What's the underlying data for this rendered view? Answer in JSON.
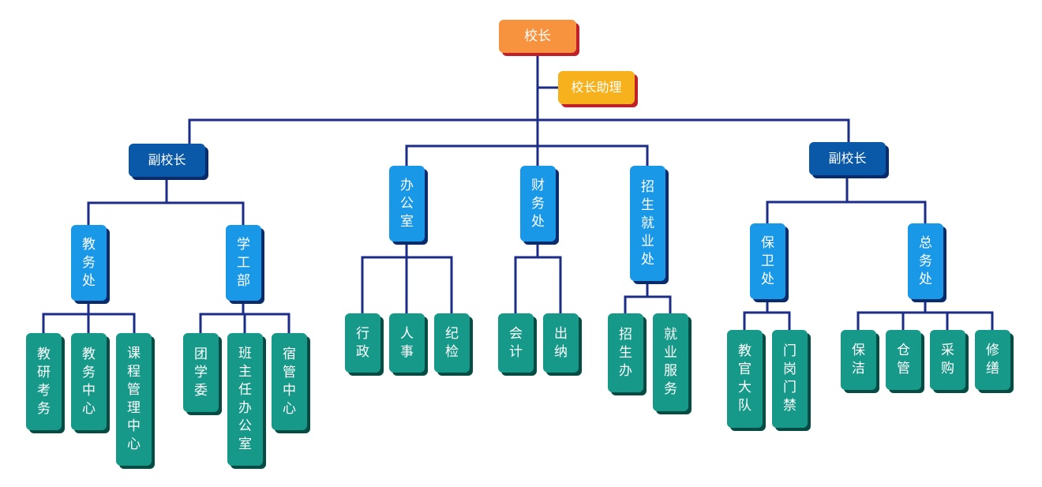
{
  "colors": {
    "connector": "#1b2d86",
    "root": "#f7933e",
    "assistant": "#f7b11c",
    "vice": "#0a58a8",
    "department": "#1a98e8",
    "unit": "#17998a"
  },
  "org": {
    "root": "校长",
    "assistant": "校长助理",
    "vice_left": "副校长",
    "vice_right": "副校长",
    "departments": {
      "jiaowu": "教务处",
      "xuegong": "学工部",
      "bangong": "办公室",
      "caiwu": "财务处",
      "zhaosheng": "招生就业处",
      "baowei": "保卫处",
      "zongwu": "总务处"
    },
    "units": {
      "jiaoyan": "教研考务",
      "jiaowuzhongxin": "教务中心",
      "kecheng": "课程管理中心",
      "tuanxuewei": "团学委",
      "banzhuren": "班主任办公室",
      "suguan": "宿管中心",
      "xingzheng": "行政",
      "renshi": "人事",
      "jijian": "纪检",
      "kuaiji": "会计",
      "chuna": "出纳",
      "zhaoshengban": "招生办",
      "jiuye": "就业服务",
      "jiaoguan": "教官大队",
      "mengang": "门岗门禁",
      "baojie": "保洁",
      "cangguan": "仓管",
      "caigou": "采购",
      "xiushan": "修缮"
    }
  }
}
